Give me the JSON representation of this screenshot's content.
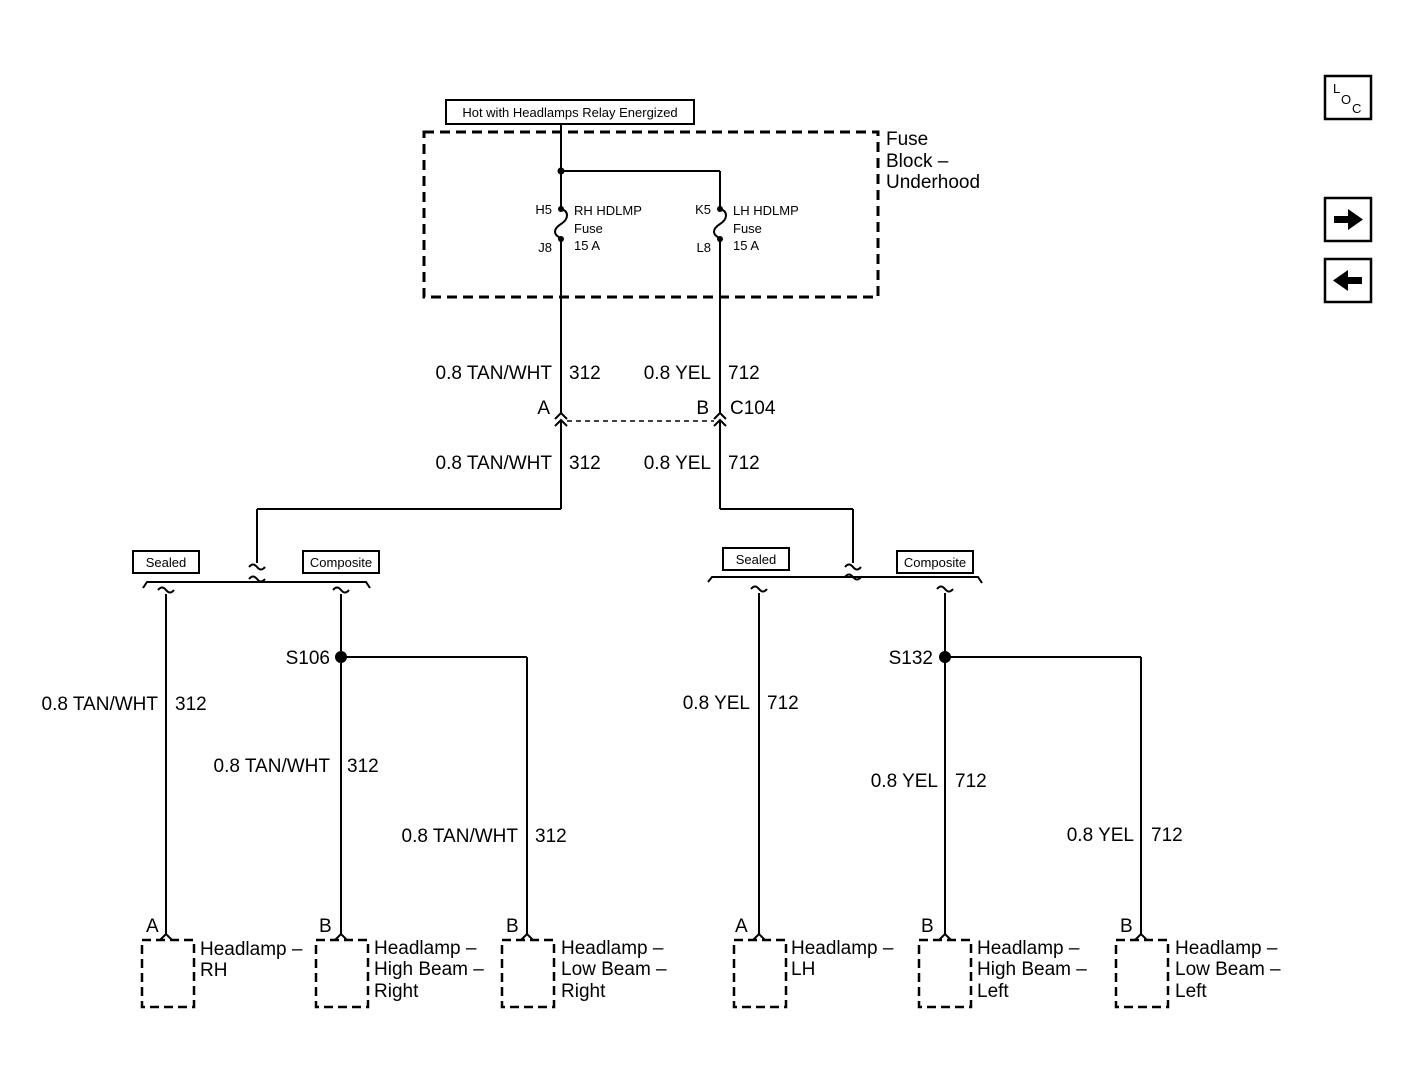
{
  "source": {
    "label": "Hot with Headlamps Relay Energized"
  },
  "fuse_block": {
    "name_lines": [
      "Fuse",
      "Block –",
      "Underhood"
    ],
    "fuses": [
      {
        "in_pin": "H5",
        "out_pin": "J8",
        "lines": [
          "RH HDLMP",
          "Fuse",
          "15 A"
        ]
      },
      {
        "in_pin": "K5",
        "out_pin": "L8",
        "lines": [
          "LH HDLMP",
          "Fuse",
          "15 A"
        ]
      }
    ]
  },
  "connector": {
    "name": "C104",
    "pins": [
      "A",
      "B"
    ]
  },
  "wires": {
    "rh": {
      "gauge_color": "0.8 TAN/WHT",
      "circuit": "312"
    },
    "lh": {
      "gauge_color": "0.8 YEL",
      "circuit": "712"
    }
  },
  "options": {
    "sealed": "Sealed",
    "composite": "Composite"
  },
  "splices": {
    "rh": "S106",
    "lh": "S132"
  },
  "loads": [
    {
      "pin": "A",
      "lines": [
        "Headlamp –",
        "RH"
      ]
    },
    {
      "pin": "B",
      "lines": [
        "Headlamp –",
        "High Beam –",
        "Right"
      ]
    },
    {
      "pin": "B",
      "lines": [
        "Headlamp –",
        "Low Beam –",
        "Right"
      ]
    },
    {
      "pin": "A",
      "lines": [
        "Headlamp –",
        "LH"
      ]
    },
    {
      "pin": "B",
      "lines": [
        "Headlamp –",
        "High Beam –",
        "Left"
      ]
    },
    {
      "pin": "B",
      "lines": [
        "Headlamp –",
        "Low Beam –",
        "Left"
      ]
    }
  ],
  "nav": {
    "loc_letters": [
      "L",
      "O",
      "C"
    ],
    "next_icon": "arrow-right-icon",
    "prev_icon": "arrow-left-icon"
  }
}
